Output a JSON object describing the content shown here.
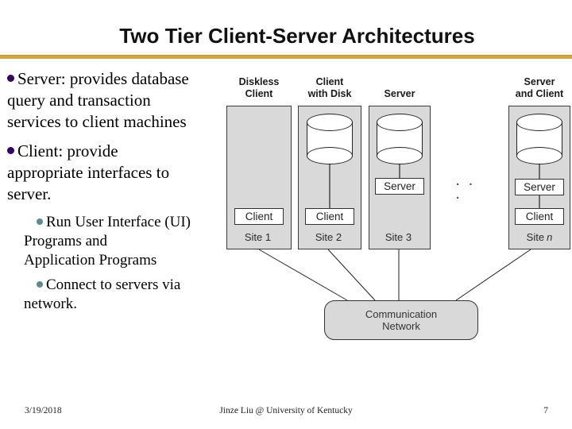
{
  "title": "Two Tier Client-Server Architectures",
  "bullets": [
    {
      "level": 1,
      "text": "Server: provides database\nquery and transaction\nservices to client machines"
    },
    {
      "level": 1,
      "text": "Client: provide\nappropriate interfaces to\nserver."
    },
    {
      "level": 2,
      "text": "Run User Interface (UI)\nPrograms and\nApplication Programs"
    },
    {
      "level": 2,
      "text": "Connect to servers via\nnetwork."
    }
  ],
  "diagram": {
    "sites": [
      {
        "header": "Diskless\nClient",
        "site_label": "Site 1",
        "site_suffix": "",
        "boxes": [
          "Client"
        ]
      },
      {
        "header": "Client\nwith Disk",
        "site_label": "Site 2",
        "site_suffix": "",
        "boxes": [
          "Client"
        ]
      },
      {
        "header": "Server",
        "site_label": "Site 3",
        "site_suffix": "",
        "boxes": [
          "Server"
        ]
      },
      {
        "header": "Server\nand Client",
        "site_label": "Site",
        "site_suffix": "n",
        "boxes": [
          "Server",
          "Client"
        ]
      }
    ],
    "ellipsis": ". . .",
    "network_label": "Communication\nNetwork"
  },
  "footer": {
    "date": "3/19/2018",
    "credit": "Jinze Liu @ University of Kentucky",
    "page": "7"
  },
  "colors": {
    "accent_line": "#D7A13C",
    "bullet_level1": "#330066",
    "bullet_level2": "#5E8A8E",
    "panel_fill": "#D9D9D9",
    "diagram_border": "#333333"
  }
}
